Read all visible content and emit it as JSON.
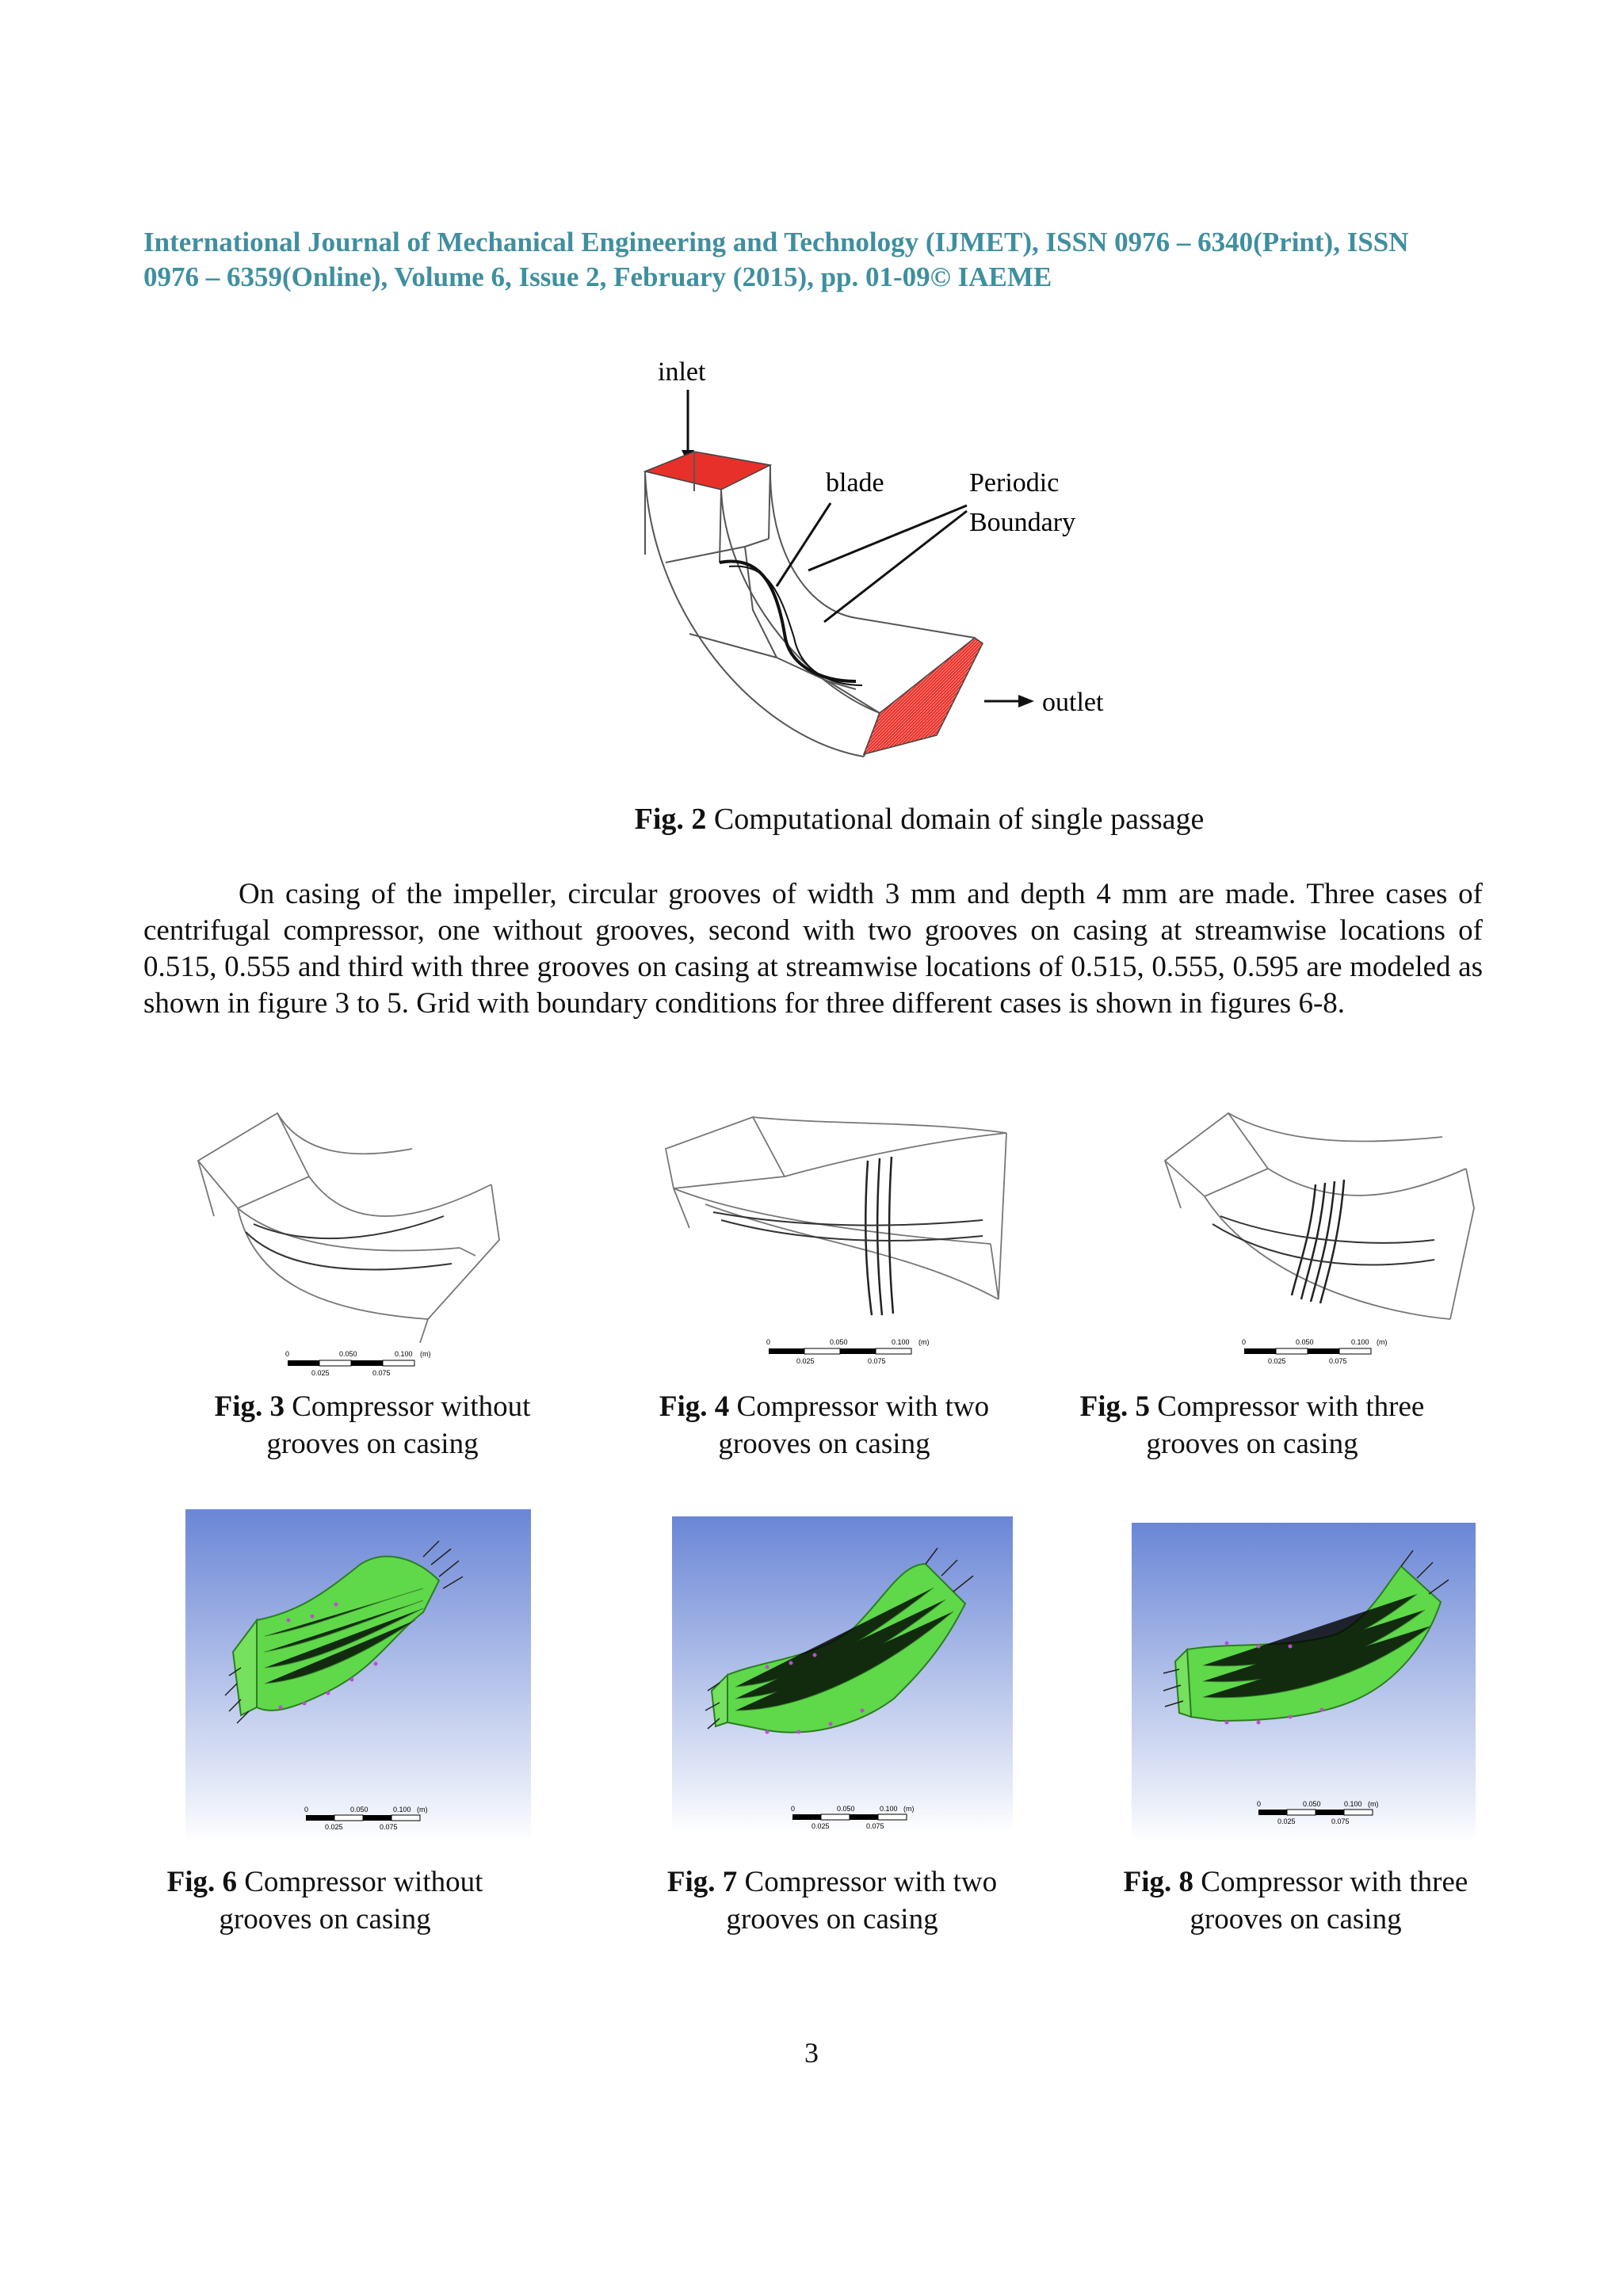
{
  "header": {
    "line1": "International Journal of Mechanical Engineering and Technology (IJMET), ISSN 0976 – 6340(Print), ISSN",
    "line2": "0976 – 6359(Online), Volume 6, Issue 2, February (2015), pp. 01-09© IAEME"
  },
  "fig2": {
    "label_inlet": "inlet",
    "label_blade": "blade",
    "label_periodic_1": "Periodic",
    "label_periodic_2": "Boundary",
    "label_outlet": "outlet",
    "caption_num": "Fig. 2",
    "caption_text": " Computational domain of single passage"
  },
  "paragraph": "On casing of the impeller, circular grooves of width 3 mm and depth 4 mm are made. Three cases of centrifugal compressor, one without grooves, second with two grooves on casing at streamwise locations of 0.515, 0.555 and third with three grooves on casing at streamwise locations of 0.515, 0.555, 0.595 are modeled as shown in figure 3 to 5. Grid with boundary conditions for three different cases is shown in figures 6-8.",
  "scale": {
    "t0": "0",
    "t1": "0.050",
    "t2": "0.100",
    "unit": "(m)",
    "b1": "0.025",
    "b2": "0.075"
  },
  "figures_row1": [
    {
      "num": "Fig. 3",
      "line1": " Compressor without",
      "line2": "grooves on casing"
    },
    {
      "num": "Fig. 4",
      "line1": " Compressor with two",
      "line2": "grooves on casing"
    },
    {
      "num": "Fig. 5",
      "line1": " Compressor with three",
      "line2": "grooves on casing"
    }
  ],
  "figures_row2": [
    {
      "num": "Fig. 6",
      "line1": " Compressor without",
      "line2": "grooves on casing"
    },
    {
      "num": "Fig. 7",
      "line1": " Compressor with two",
      "line2": "grooves on casing"
    },
    {
      "num": "Fig. 8",
      "line1": " Compressor with three",
      "line2": "grooves on casing"
    }
  ],
  "colors": {
    "header": "#3f8f9f",
    "boundary_red": "#e8302a",
    "mesh_green": "#5fd84a",
    "bg_blue_top": "#6a86d6",
    "bg_blue_bottom": "#ffffff"
  },
  "page_number": "3"
}
